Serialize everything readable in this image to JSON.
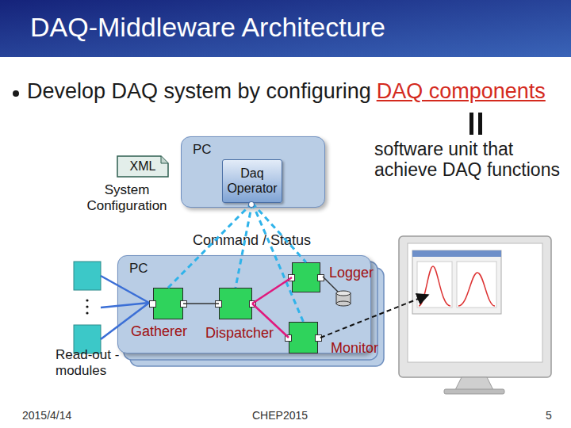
{
  "diagram": {
    "title": "DAQ-Middleware Architecture",
    "nodes": [
      {
        "text": [
          "XML",
          "System Configuration"
        ]
      },
      {
        "text": [
          "PC"
        ]
      },
      {
        "text": [
          "Daq Operator"
        ],
        "in": 1
      },
      {
        "text": [
          "PC"
        ]
      },
      {
        "text": [
          "Gatherer"
        ],
        "in": 3
      },
      {
        "text": [
          "Dispatcher"
        ],
        "in": 3
      },
      {
        "text": [
          "Logger"
        ],
        "in": 3
      },
      {
        "text": [
          "Monitor"
        ],
        "in": 3
      }
    ],
    "edges": [
      {
        "from": 2,
        "to": 4,
        "arrow": "none"
      },
      {
        "from": 2,
        "to": 5,
        "arrow": "none"
      },
      {
        "from": 2,
        "to": 6,
        "arrow": "none"
      },
      {
        "from": 2,
        "to": 7,
        "arrow": "none"
      },
      {
        "from": 4,
        "to": 5,
        "arrow": "none"
      },
      {
        "from": 5,
        "to": 6,
        "arrow": "none"
      },
      {
        "from": 5,
        "to": 7,
        "arrow": "none"
      }
    ],
    "labels": [
      "Develop DAQ system by configuring",
      "DAQ components",
      "software unit that achieve DAQ functions",
      "Command / Status",
      "Read-out -modules",
      "2015/4/14",
      "CHEP2015",
      "5"
    ]
  }
}
